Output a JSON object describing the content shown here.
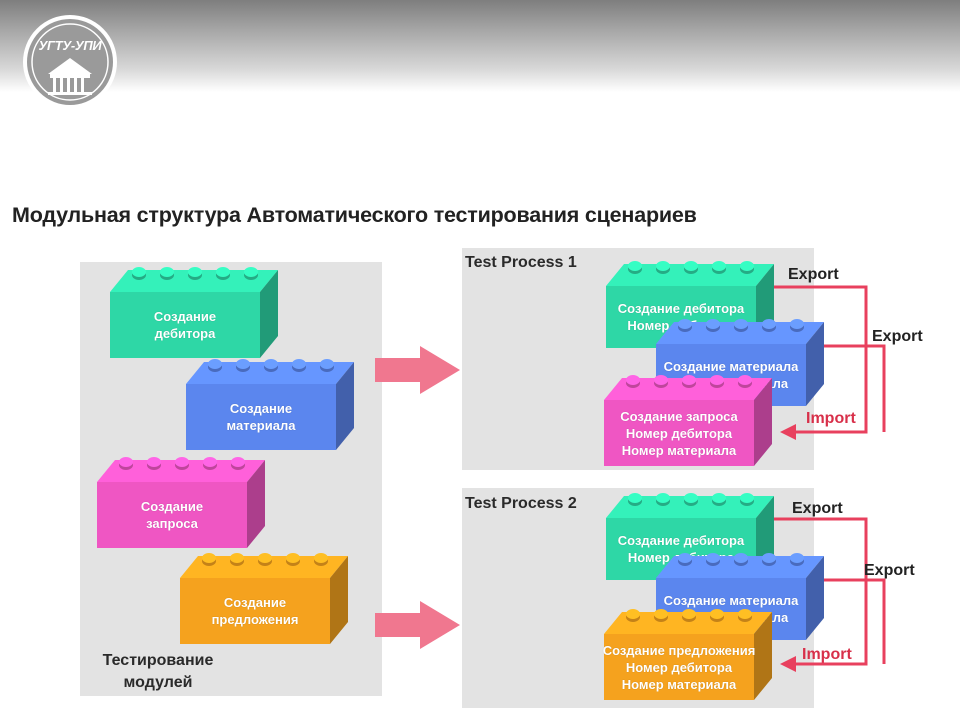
{
  "logo": {
    "text": "УГТУ-УПИ"
  },
  "title": "Модульная структура Автоматического тестирования сценариев",
  "left_panel": {
    "caption_line1": "Тестирование",
    "caption_line2": "модулей",
    "bricks": [
      {
        "line1": "Создание",
        "line2": "дебитора",
        "color": "#2ed7a6"
      },
      {
        "line1": "Создание",
        "line2": "материала",
        "color": "#5b86ee"
      },
      {
        "line1": "Создание",
        "line2": "запроса",
        "color": "#ef56c3"
      },
      {
        "line1": "Создание",
        "line2": "предложения",
        "color": "#f5a21e"
      }
    ]
  },
  "process1": {
    "title": "Test Process 1",
    "bricks": [
      {
        "line1": "Создание дебитора",
        "line2": "Номер дибитора",
        "line3": ""
      },
      {
        "line1": "Создание материала",
        "line2": "Номар материала",
        "line3": ""
      },
      {
        "line1": "Создание запроса",
        "line2": "Номер дебитора",
        "line3": "Номер материала"
      }
    ],
    "export1": "Export",
    "export2": "Export",
    "import": "Import"
  },
  "process2": {
    "title": "Test Process 2",
    "bricks": [
      {
        "line1": "Создание дебитора",
        "line2": "Номер дебитора",
        "line3": ""
      },
      {
        "line1": "Создание материала",
        "line2": "Номер материала",
        "line3": ""
      },
      {
        "line1": "Создание предложения",
        "line2": "Номер дебитора",
        "line3": "Номер материала"
      }
    ],
    "export1": "Export",
    "export2": "Export",
    "import": "Import"
  },
  "colors": {
    "teal": "#2ed7a6",
    "blue": "#5b86ee",
    "pink": "#ef56c3",
    "orange": "#f5a21e",
    "arrow": "#f0778f",
    "flow": "#e8405e"
  }
}
